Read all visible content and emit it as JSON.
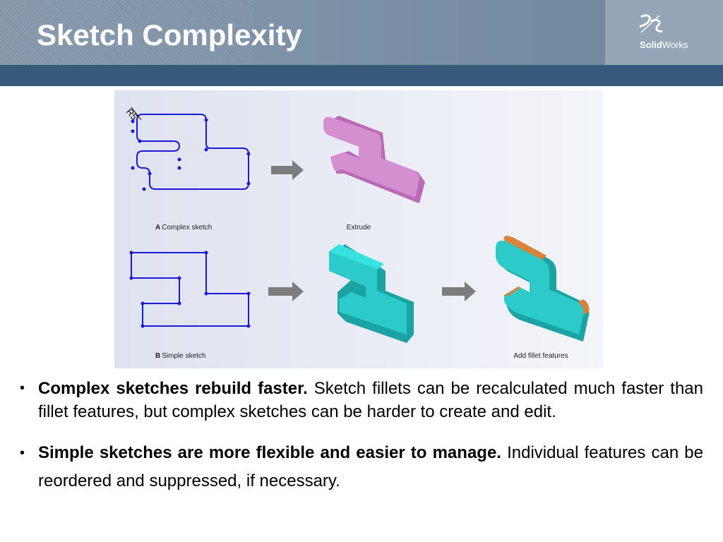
{
  "slide": {
    "title": "Sketch Complexity",
    "logo": {
      "mark": "3DS",
      "text_bold": "Solid",
      "text_rest": "Works"
    }
  },
  "figure": {
    "dimension_label": "R5",
    "caption_a_letter": "A",
    "caption_a_text": "Complex sketch",
    "caption_extrude": "Extrude",
    "caption_b_letter": "B",
    "caption_b_text": "Simple sketch",
    "caption_fillet": "Add fillet features",
    "colors": {
      "sketch": "#1a1ad6",
      "extrude": "#d37ed0",
      "simple": "#2cc9c7",
      "fillet": "#d9823a"
    }
  },
  "bullets": [
    {
      "bold": "Complex sketches rebuild faster.",
      "text": " Sketch fillets can be recalculated much faster than fillet features, but complex sketches can be harder to create and edit."
    },
    {
      "bold": "Simple sketches are more flexible and easier to manage.",
      "text": " Individual features can be reordered and suppressed, if necessary."
    }
  ]
}
